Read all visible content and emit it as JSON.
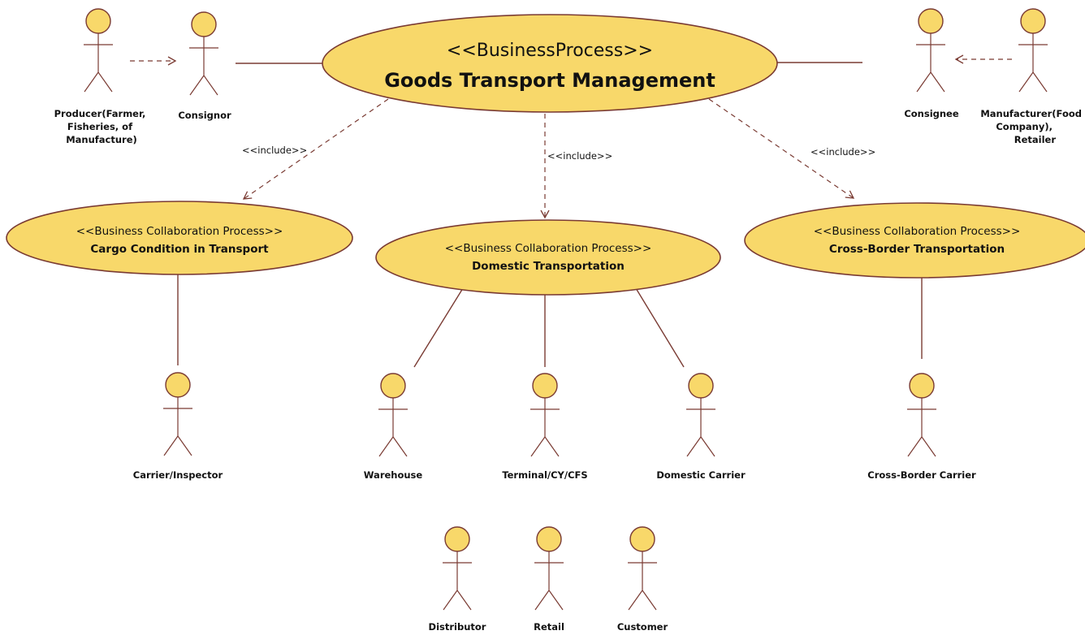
{
  "colors": {
    "use_case_fill": "#f8d86a",
    "outline": "#7a3b33",
    "text": "#111111"
  },
  "main_process": {
    "stereotype": "<<BusinessProcess>>",
    "name": "Goods Transport Management"
  },
  "sub_processes": [
    {
      "stereotype": "<<Business Collaboration Process>>",
      "name": "Cargo Condition in Transport"
    },
    {
      "stereotype": "<<Business Collaboration Process>>",
      "name": "Domestic Transportation"
    },
    {
      "stereotype": "<<Business Collaboration Process>>",
      "name": "Cross-Border Transportation"
    }
  ],
  "include_labels": [
    "<<include>>",
    "<<include>>",
    "<<include>>"
  ],
  "actors": {
    "producer": [
      "Producer(Farmer,",
      "Fisheries, of",
      "Manufacture)"
    ],
    "consignor": "Consignor",
    "consignee": "Consignee",
    "manufacturer": [
      "Manufacturer(Food",
      "Company),",
      "Retailer"
    ],
    "carrier_inspector": "Carrier/Inspector",
    "warehouse": "Warehouse",
    "terminal": "Terminal/CY/CFS",
    "domestic_carrier": "Domestic Carrier",
    "cross_border_carrier": "Cross-Border Carrier",
    "distributor": "Distributor",
    "retail": "Retail",
    "customer": "Customer"
  }
}
